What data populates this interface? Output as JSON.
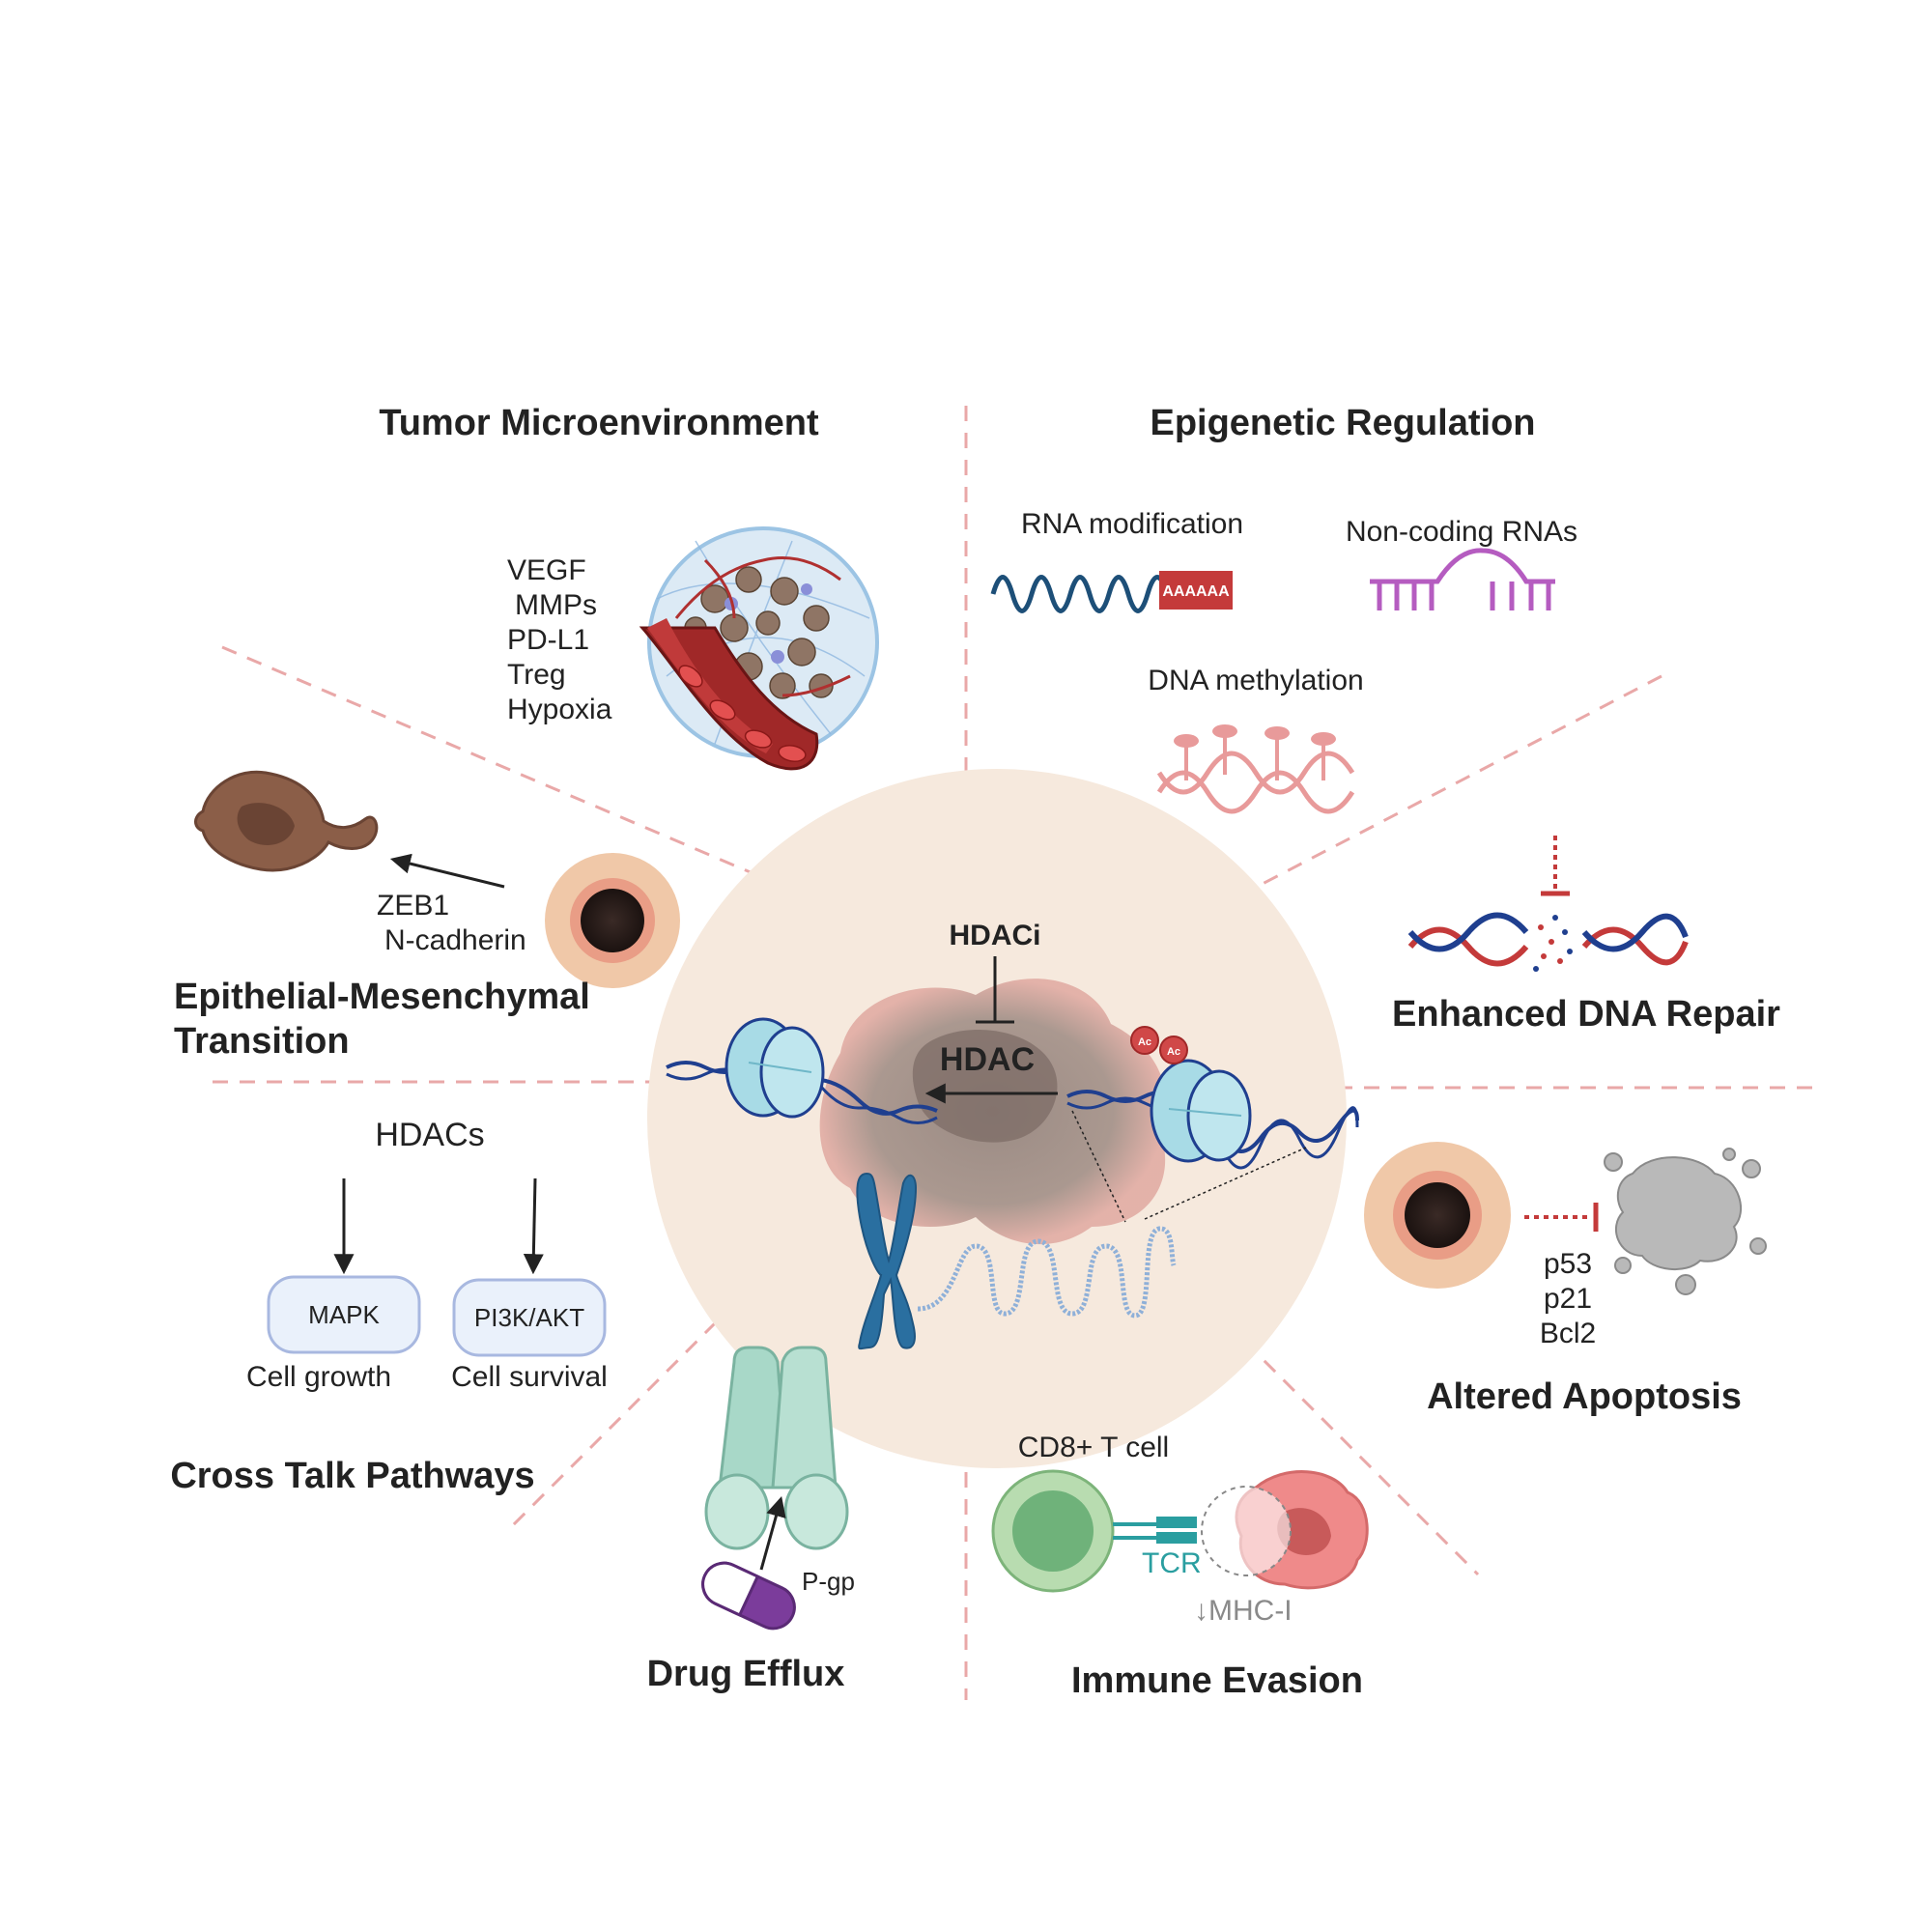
{
  "colors": {
    "accent_red": "#c43a3a",
    "dna_blue": "#1f3f8f",
    "nucleosome": "#a8dbe6",
    "center_circle": "#f6e9dd",
    "divider": "#e9a8a8",
    "ncrna": "#b55cc0",
    "methyl": "#e89a9a",
    "tcr": "#2a9ea0",
    "pgp": "#a8d8c8",
    "pill": "#7b3c9b",
    "apoptotic": "#b9b9b9",
    "cell_brown": "#8b5e48"
  },
  "sections": {
    "tumor_microenvironment": {
      "title": "Tumor Microenvironment",
      "factors": [
        "VEGF",
        "MMPs",
        "PD-L1",
        "Treg",
        "Hypoxia"
      ]
    },
    "epigenetic_regulation": {
      "title": "Epigenetic Regulation",
      "rna_modification": "RNA modification",
      "polya": "AAAAAA",
      "noncoding": "Non-coding RNAs",
      "dna_methylation": "DNA methylation"
    },
    "emt": {
      "title_line1": "Epithelial-Mesenchymal",
      "title_line2": "Transition",
      "markers": [
        "ZEB1",
        "N-cadherin"
      ]
    },
    "dna_repair": {
      "title": "Enhanced DNA Repair"
    },
    "crosstalk": {
      "title": "Cross Talk Pathways",
      "hdacs": "HDACs",
      "mapk": "MAPK",
      "pi3k": "PI3K/AKT",
      "growth": "Cell growth",
      "survival": "Cell survival"
    },
    "apoptosis": {
      "title": "Altered Apoptosis",
      "markers": [
        "p53",
        "p21",
        "Bcl2"
      ]
    },
    "drug_efflux": {
      "title": "Drug Efflux",
      "pgp": "P-gp"
    },
    "immune_evasion": {
      "title": "Immune Evasion",
      "cd8": "CD8+ T cell",
      "tcr": "TCR",
      "mhc": "↓MHC-I"
    },
    "center": {
      "hdaci": "HDACi",
      "hdac": "HDAC",
      "ac": "Ac"
    }
  }
}
